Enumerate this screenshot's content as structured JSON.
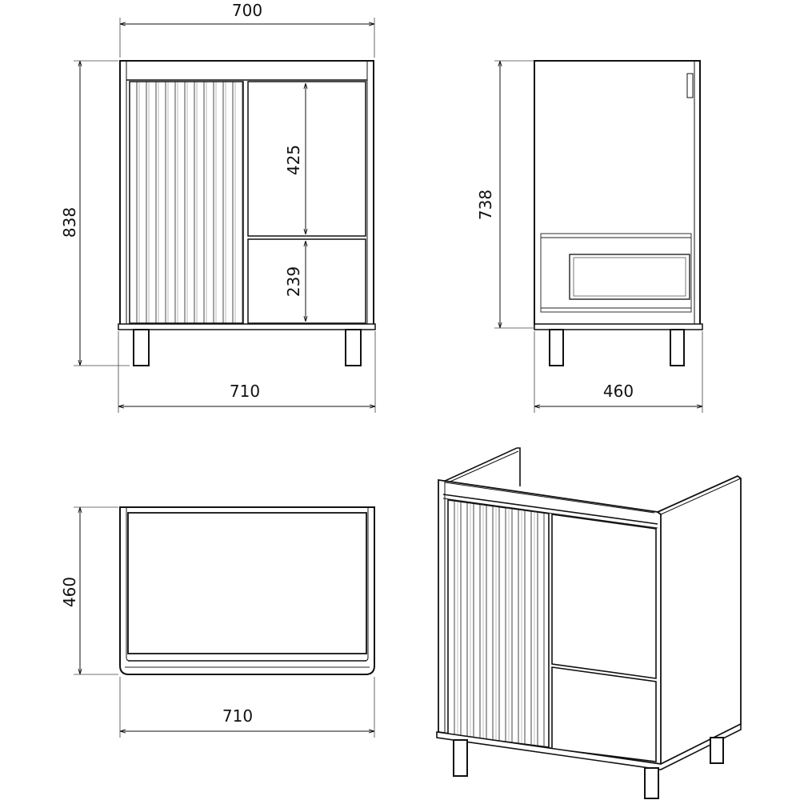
{
  "front_view": {
    "top_width_label": "700",
    "total_height_label": "838",
    "upper_drawer_label": "425",
    "lower_drawer_label": "239",
    "base_width_label": "710"
  },
  "side_view": {
    "body_height_label": "738",
    "depth_label": "460"
  },
  "top_view": {
    "depth_label": "460",
    "width_label": "710"
  },
  "isometric_view": {}
}
